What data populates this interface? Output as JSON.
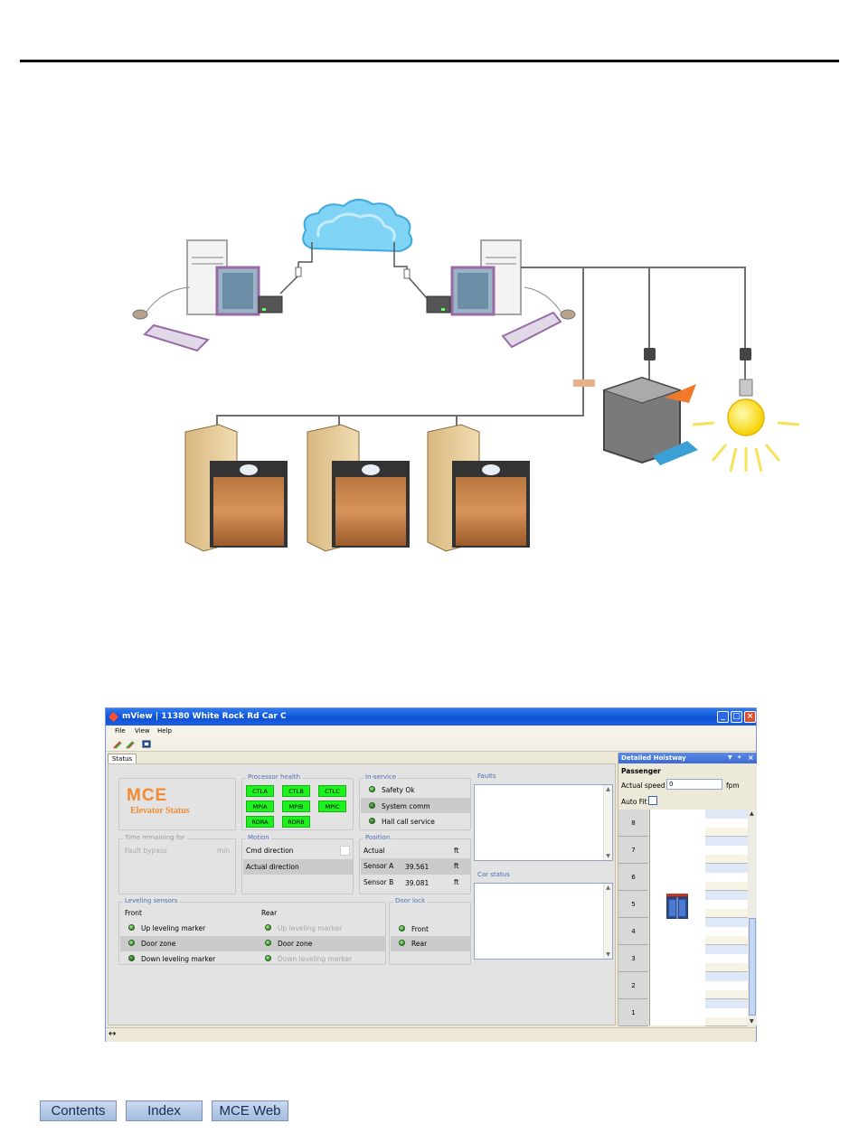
{
  "window": {
    "title": "mView | 11380 White Rock Rd Car C",
    "menu": [
      "File",
      "View",
      "Help"
    ],
    "tab": "Status"
  },
  "logo": {
    "brand": "MCE",
    "subtitle": "Elevator Status"
  },
  "fault_bypass": {
    "group": "Time remaining for",
    "label": "Fault bypass",
    "unit": "min"
  },
  "processor_health": {
    "group": "Processor health",
    "chips": [
      "CTLA",
      "CTLB",
      "CTLC",
      "MPIA",
      "MPIB",
      "MPIC",
      "RDRA",
      "RDRB"
    ]
  },
  "in_service": {
    "group": "In-service",
    "items": [
      "Safety Ok",
      "System comm",
      "Hall call service"
    ]
  },
  "faults": {
    "group": "Faults"
  },
  "car_status": {
    "group": "Car status"
  },
  "motion": {
    "group": "Motion",
    "cmd": "Cmd direction",
    "actual": "Actual direction"
  },
  "position": {
    "group": "Position",
    "actual_label": "Actual",
    "unit": "ft",
    "sensor_a_label": "Sensor A",
    "sensor_a_value": "39.561",
    "sensor_b_label": "Sensor B",
    "sensor_b_value": "39.081"
  },
  "leveling": {
    "group": "Leveling sensors",
    "front_label": "Front",
    "rear_label": "Rear",
    "front": [
      "Up leveling marker",
      "Door zone",
      "Down leveling marker"
    ],
    "rear": [
      "Up leveling marker",
      "Door zone",
      "Down leveling marker"
    ]
  },
  "door_lock": {
    "group": "Door lock",
    "items": [
      "Front",
      "Rear"
    ]
  },
  "hoistway": {
    "title": "Detailed Hoistway",
    "car_type": "Passenger",
    "speed_label": "Actual speed",
    "speed_value": "0",
    "speed_unit": "fpm",
    "autofit_label": "Auto Fit",
    "floors": [
      "8",
      "7",
      "6",
      "5",
      "4",
      "3",
      "2",
      "1"
    ],
    "car_floor": "5"
  },
  "footer": {
    "contents": "Contents",
    "index": "Index",
    "web": "MCE Web"
  },
  "colors": {
    "accent": "#4a6fb5",
    "proc_ok": "#1ef21e",
    "cloud": "#7fd3f5",
    "panel": "#e9cfa0"
  }
}
